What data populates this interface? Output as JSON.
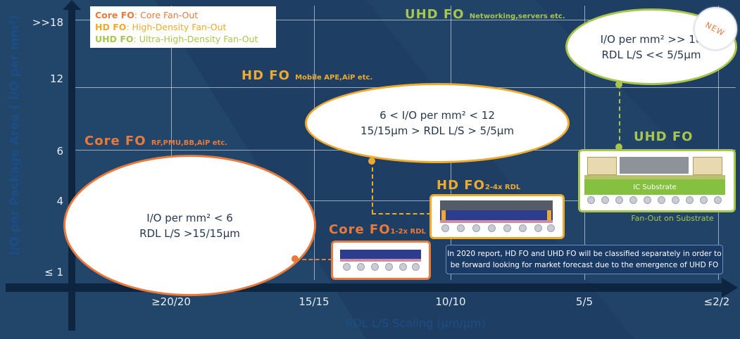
{
  "chart_data": {
    "type": "diagram",
    "ylabel": "I/O per Package Area ( I/O per mm²)",
    "xlabel": "RDL L/S Scaling (µm/µm)",
    "y_ticks": [
      ">>18",
      "12",
      "6",
      "4",
      "≤ 1"
    ],
    "x_ticks": [
      "≥20/20",
      "15/15",
      "10/10",
      "5/5",
      "≤2/2"
    ]
  },
  "legend": {
    "items": [
      {
        "abbr": "Core FO",
        "sep": ": ",
        "full": "Core Fan-Out",
        "color": "#e97a3c"
      },
      {
        "abbr": "HD FO",
        "sep": ": ",
        "full": "High-Density Fan-Out",
        "color": "#eeaa2e"
      },
      {
        "abbr": "UHD FO",
        "sep": ": ",
        "full": "Ultra-High-Density Fan-Out",
        "color": "#a7c64b"
      }
    ]
  },
  "regions": {
    "core": {
      "title": "Core FO",
      "sub": "RF,PMU,BB,AiP etc.",
      "line1": "I/O per mm² < 6",
      "line2": "RDL L/S >15/15µm",
      "color": "#e97a3c"
    },
    "hd": {
      "title": "HD FO",
      "sub": "Mobile APE,AiP etc.",
      "line1": "6 < I/O per mm² < 12",
      "line2": "15/15µm > RDL L/S > 5/5µm",
      "color": "#eeaa2e"
    },
    "uhd": {
      "title": "UHD FO",
      "sub": "Networking,servers etc.",
      "line1": "I/O per mm² >> 18",
      "line2": "RDL L/S << 5/5µm",
      "color": "#a7c64b"
    }
  },
  "packages": {
    "core": {
      "title": "Core FO",
      "sub": "1-2x RDL"
    },
    "hd": {
      "title": "HD FO",
      "sub": "2-4x RDL"
    },
    "uhd": {
      "title": "UHD FO",
      "substrate_label": "IC Substrate",
      "caption": "Fan-Out on Substrate"
    }
  },
  "badge": {
    "text": "NEW"
  },
  "note": {
    "line1": "In 2020 report, HD FO and UHD FO will be classified separately in order to",
    "line2": "be forward looking for market forecast due to the emergence of UHD FO"
  },
  "colors": {
    "background": "#1e3f63",
    "core": "#e97a3c",
    "hd": "#eeaa2e",
    "uhd": "#a7c64b",
    "ellipse_text": "#26384f"
  }
}
